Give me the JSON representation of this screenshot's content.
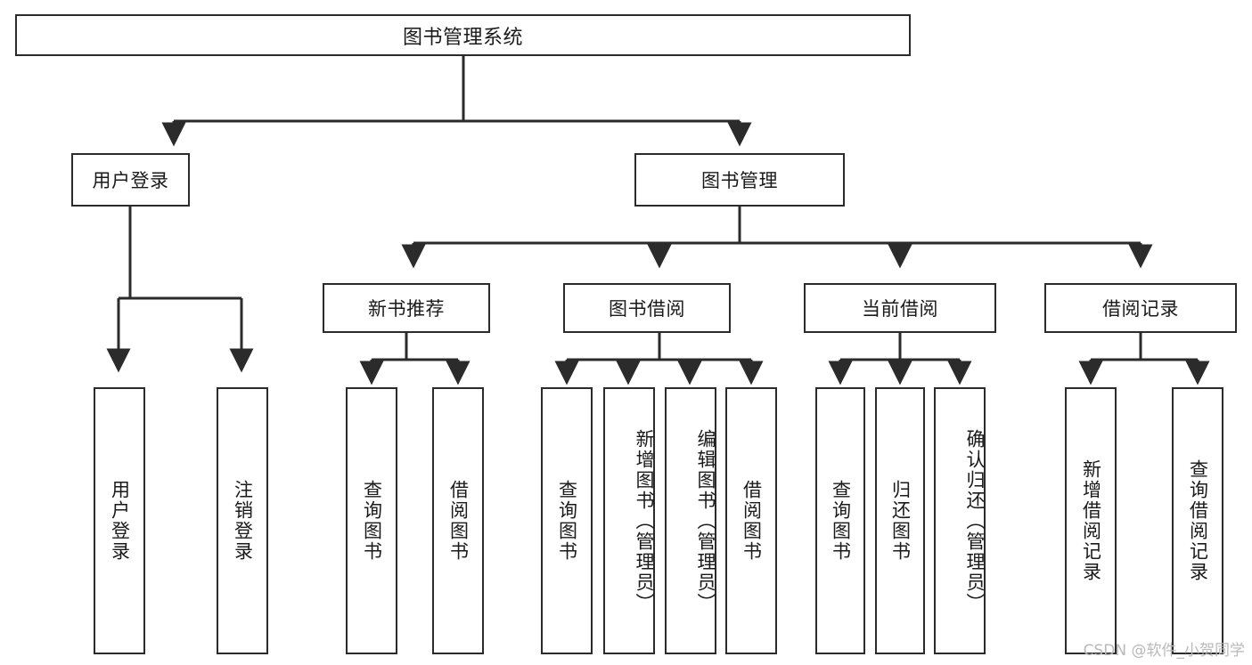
{
  "diagram": {
    "title": "图书管理系统",
    "watermark": "CSDN @软件_小贺同学",
    "type": "tree-hierarchy",
    "colors": {
      "stroke": "#2b2b2b",
      "fill": "#ffffff",
      "text": "#1a1a1a",
      "watermark": "#b9b9b9"
    },
    "levels": {
      "root": {
        "label": "图书管理系统"
      },
      "level1": [
        {
          "label": "用户登录"
        },
        {
          "label": "图书管理"
        }
      ],
      "level2": [
        {
          "label": "新书推荐"
        },
        {
          "label": "图书借阅"
        },
        {
          "label": "当前借阅"
        },
        {
          "label": "借阅记录"
        }
      ],
      "leaves_user_login": [
        {
          "label": "用户登录"
        },
        {
          "label": "注销登录"
        }
      ],
      "leaves_new_book": [
        {
          "label": "查询图书"
        },
        {
          "label": "借阅图书"
        }
      ],
      "leaves_borrow": [
        {
          "label": "查询图书"
        },
        {
          "label": "新增图书（管理员）"
        },
        {
          "label": "编辑图书（管理员）"
        },
        {
          "label": "借阅图书"
        }
      ],
      "leaves_current": [
        {
          "label": "查询图书"
        },
        {
          "label": "归还图书"
        },
        {
          "label": "确认归还（管理员）"
        }
      ],
      "leaves_record": [
        {
          "label": "新增借阅记录"
        },
        {
          "label": "查询借阅记录"
        }
      ]
    }
  }
}
